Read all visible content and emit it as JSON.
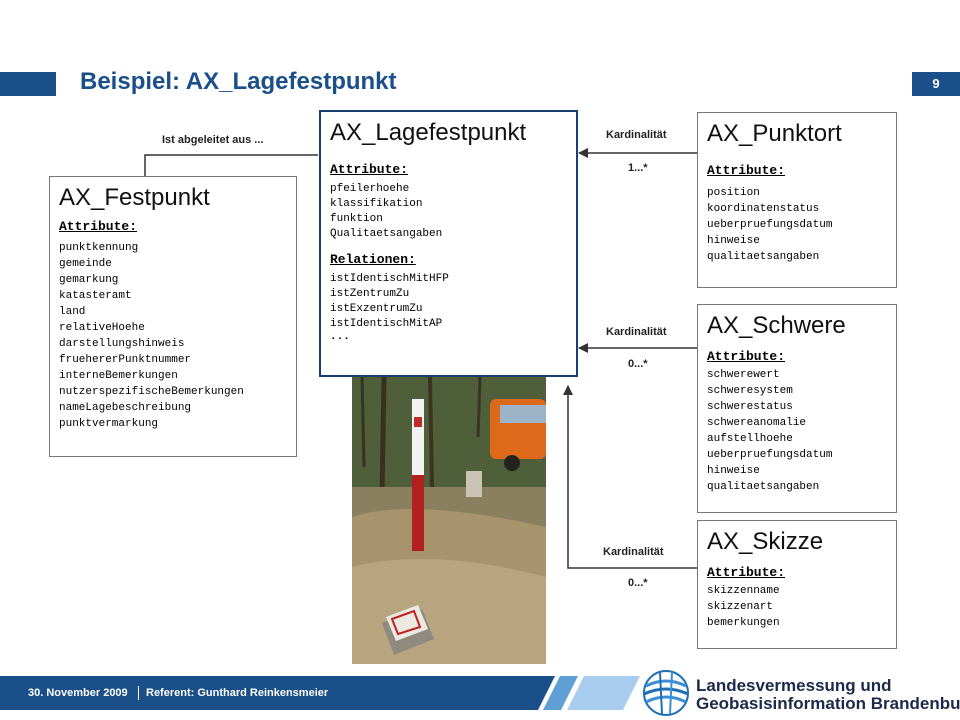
{
  "header": {
    "title": "Beispiel: AX_Lagefestpunkt",
    "page_number": "9"
  },
  "boxes": {
    "festpunkt": {
      "name": "AX_Festpunkt",
      "attributes_heading": "Attribute:",
      "attributes": [
        "punktkennung",
        "gemeinde",
        "gemarkung",
        "katasteramt",
        "land",
        "relativeHoehe",
        "darstellungshinweis",
        "fruehererPunktnummer",
        "interneBemerkungen",
        "nutzerspezifischeBemerkungen",
        "nameLagebeschreibung",
        "punktvermarkung"
      ]
    },
    "lagefestpunkt": {
      "name": "AX_Lagefestpunkt",
      "attributes_heading": "Attribute:",
      "attributes": [
        "pfeilerhoehe",
        "klassifikation",
        "funktion",
        "Qualitaetsangaben"
      ],
      "relations_heading": "Relationen:",
      "relations": [
        "istIdentischMitHFP",
        "istZentrumZu",
        "istExzentrumZu",
        "istIdentischMitAP",
        "..."
      ]
    },
    "punktort": {
      "name": "AX_Punktort",
      "attributes_heading": "Attribute:",
      "attributes": [
        "position",
        "koordinatenstatus",
        "ueberpruefungsdatum",
        "hinweise",
        "qualitaetsangaben"
      ]
    },
    "schwere": {
      "name": "AX_Schwere",
      "attributes_heading": "Attribute:",
      "attributes": [
        "schwerewert",
        "schweresystem",
        "schwerestatus",
        "schwereanomalie",
        "aufstellhoehe",
        "ueberpruefungsdatum",
        "hinweise",
        "qualitaetsangaben"
      ]
    },
    "skizze": {
      "name": "AX_Skizze",
      "attributes_heading": "Attribute:",
      "attributes": [
        "skizzenname",
        "skizzenart",
        "bemerkungen"
      ]
    }
  },
  "connectors": {
    "derived_label": "Ist abgeleitet aus ...",
    "punktort": {
      "label": "Kardinalität",
      "cardinality": "1...*"
    },
    "schwere": {
      "label": "Kardinalität",
      "cardinality": "0...*"
    },
    "skizze": {
      "label": "Kardinalität",
      "cardinality": "0...*"
    }
  },
  "footer": {
    "date": "30. November 2009",
    "referent": "Referent: Gunthard Reinkensmeier",
    "org_line1": "Landesvermessung und",
    "org_line2": "Geobasisinformation Brandenburg"
  },
  "colors": {
    "brand_blue": "#1a4f8a",
    "footer_light": "#5f9fd6"
  }
}
